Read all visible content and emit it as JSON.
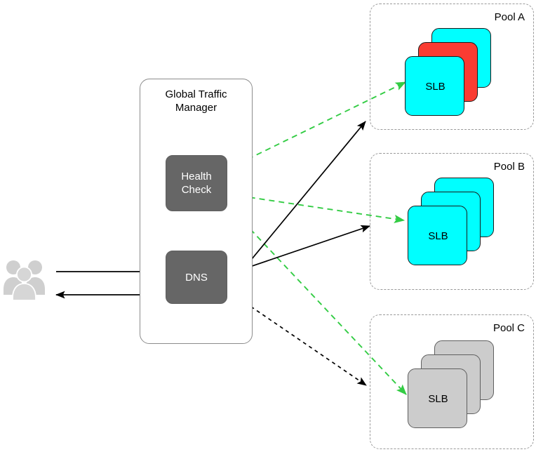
{
  "diagram": {
    "title_shown": false,
    "colors": {
      "node_fill": "#666666",
      "node_text": "#ffffff",
      "healthy_slb": "#00ffff",
      "failed_slb": "#fa3c32",
      "inactive_slb": "#cccccc",
      "health_check_link": "#33cc44",
      "traffic_link": "#000000",
      "pool_border": "#9a9a9a",
      "container_border": "#8c8c8c",
      "users_icon": "#cccccc"
    }
  },
  "actors": {
    "users": {
      "icon": "users-group-icon",
      "label": ""
    }
  },
  "gtm": {
    "title": "Global Traffic\nManager",
    "title_line1": "Global Traffic",
    "title_line2": "Manager",
    "nodes": [
      {
        "id": "health-check",
        "label": "Health\nCheck",
        "line1": "Health",
        "line2": "Check"
      },
      {
        "id": "dns",
        "label": "DNS"
      }
    ]
  },
  "pools": [
    {
      "id": "pool-a",
      "label": "Pool A",
      "servers": [
        {
          "label": "SLB",
          "state": "healthy",
          "color": "#00ffff"
        },
        {
          "label": "SLB",
          "state": "failed",
          "color": "#fa3c32"
        },
        {
          "label": "SLB",
          "state": "healthy",
          "color": "#00ffff"
        }
      ],
      "front_label": "SLB"
    },
    {
      "id": "pool-b",
      "label": "Pool B",
      "servers": [
        {
          "label": "SLB",
          "state": "healthy",
          "color": "#00ffff"
        },
        {
          "label": "SLB",
          "state": "healthy",
          "color": "#00ffff"
        },
        {
          "label": "SLB",
          "state": "healthy",
          "color": "#00ffff"
        }
      ],
      "front_label": "SLB"
    },
    {
      "id": "pool-c",
      "label": "Pool C",
      "servers": [
        {
          "label": "SLB",
          "state": "inactive",
          "color": "#cccccc"
        },
        {
          "label": "SLB",
          "state": "inactive",
          "color": "#cccccc"
        },
        {
          "label": "SLB",
          "state": "inactive",
          "color": "#cccccc"
        }
      ],
      "front_label": "SLB"
    }
  ],
  "connections": [
    {
      "id": "users-to-dns",
      "from": "users",
      "to": "dns",
      "style": "solid",
      "color": "#000000",
      "label": ""
    },
    {
      "id": "dns-to-users",
      "from": "dns",
      "to": "users",
      "style": "solid",
      "color": "#000000",
      "label": ""
    },
    {
      "id": "healthcheck-dns",
      "from": "health-check",
      "to": "dns",
      "style": "solid",
      "color": "#000000",
      "label": "",
      "bidirectional": true
    },
    {
      "id": "hc-to-pool-a",
      "from": "health-check",
      "to": "pool-a",
      "style": "dashed",
      "color": "#33cc44",
      "label": ""
    },
    {
      "id": "hc-to-pool-b",
      "from": "health-check",
      "to": "pool-b",
      "style": "dashed",
      "color": "#33cc44",
      "label": ""
    },
    {
      "id": "hc-to-pool-c",
      "from": "health-check",
      "to": "pool-c",
      "style": "dashed",
      "color": "#33cc44",
      "label": ""
    },
    {
      "id": "dns-to-pool-a",
      "from": "dns",
      "to": "pool-a",
      "style": "solid",
      "color": "#000000",
      "label": ""
    },
    {
      "id": "dns-to-pool-b",
      "from": "dns",
      "to": "pool-b",
      "style": "solid",
      "color": "#000000",
      "label": ""
    },
    {
      "id": "dns-to-pool-c",
      "from": "dns",
      "to": "pool-c",
      "style": "dashed",
      "color": "#000000",
      "label": ""
    }
  ]
}
